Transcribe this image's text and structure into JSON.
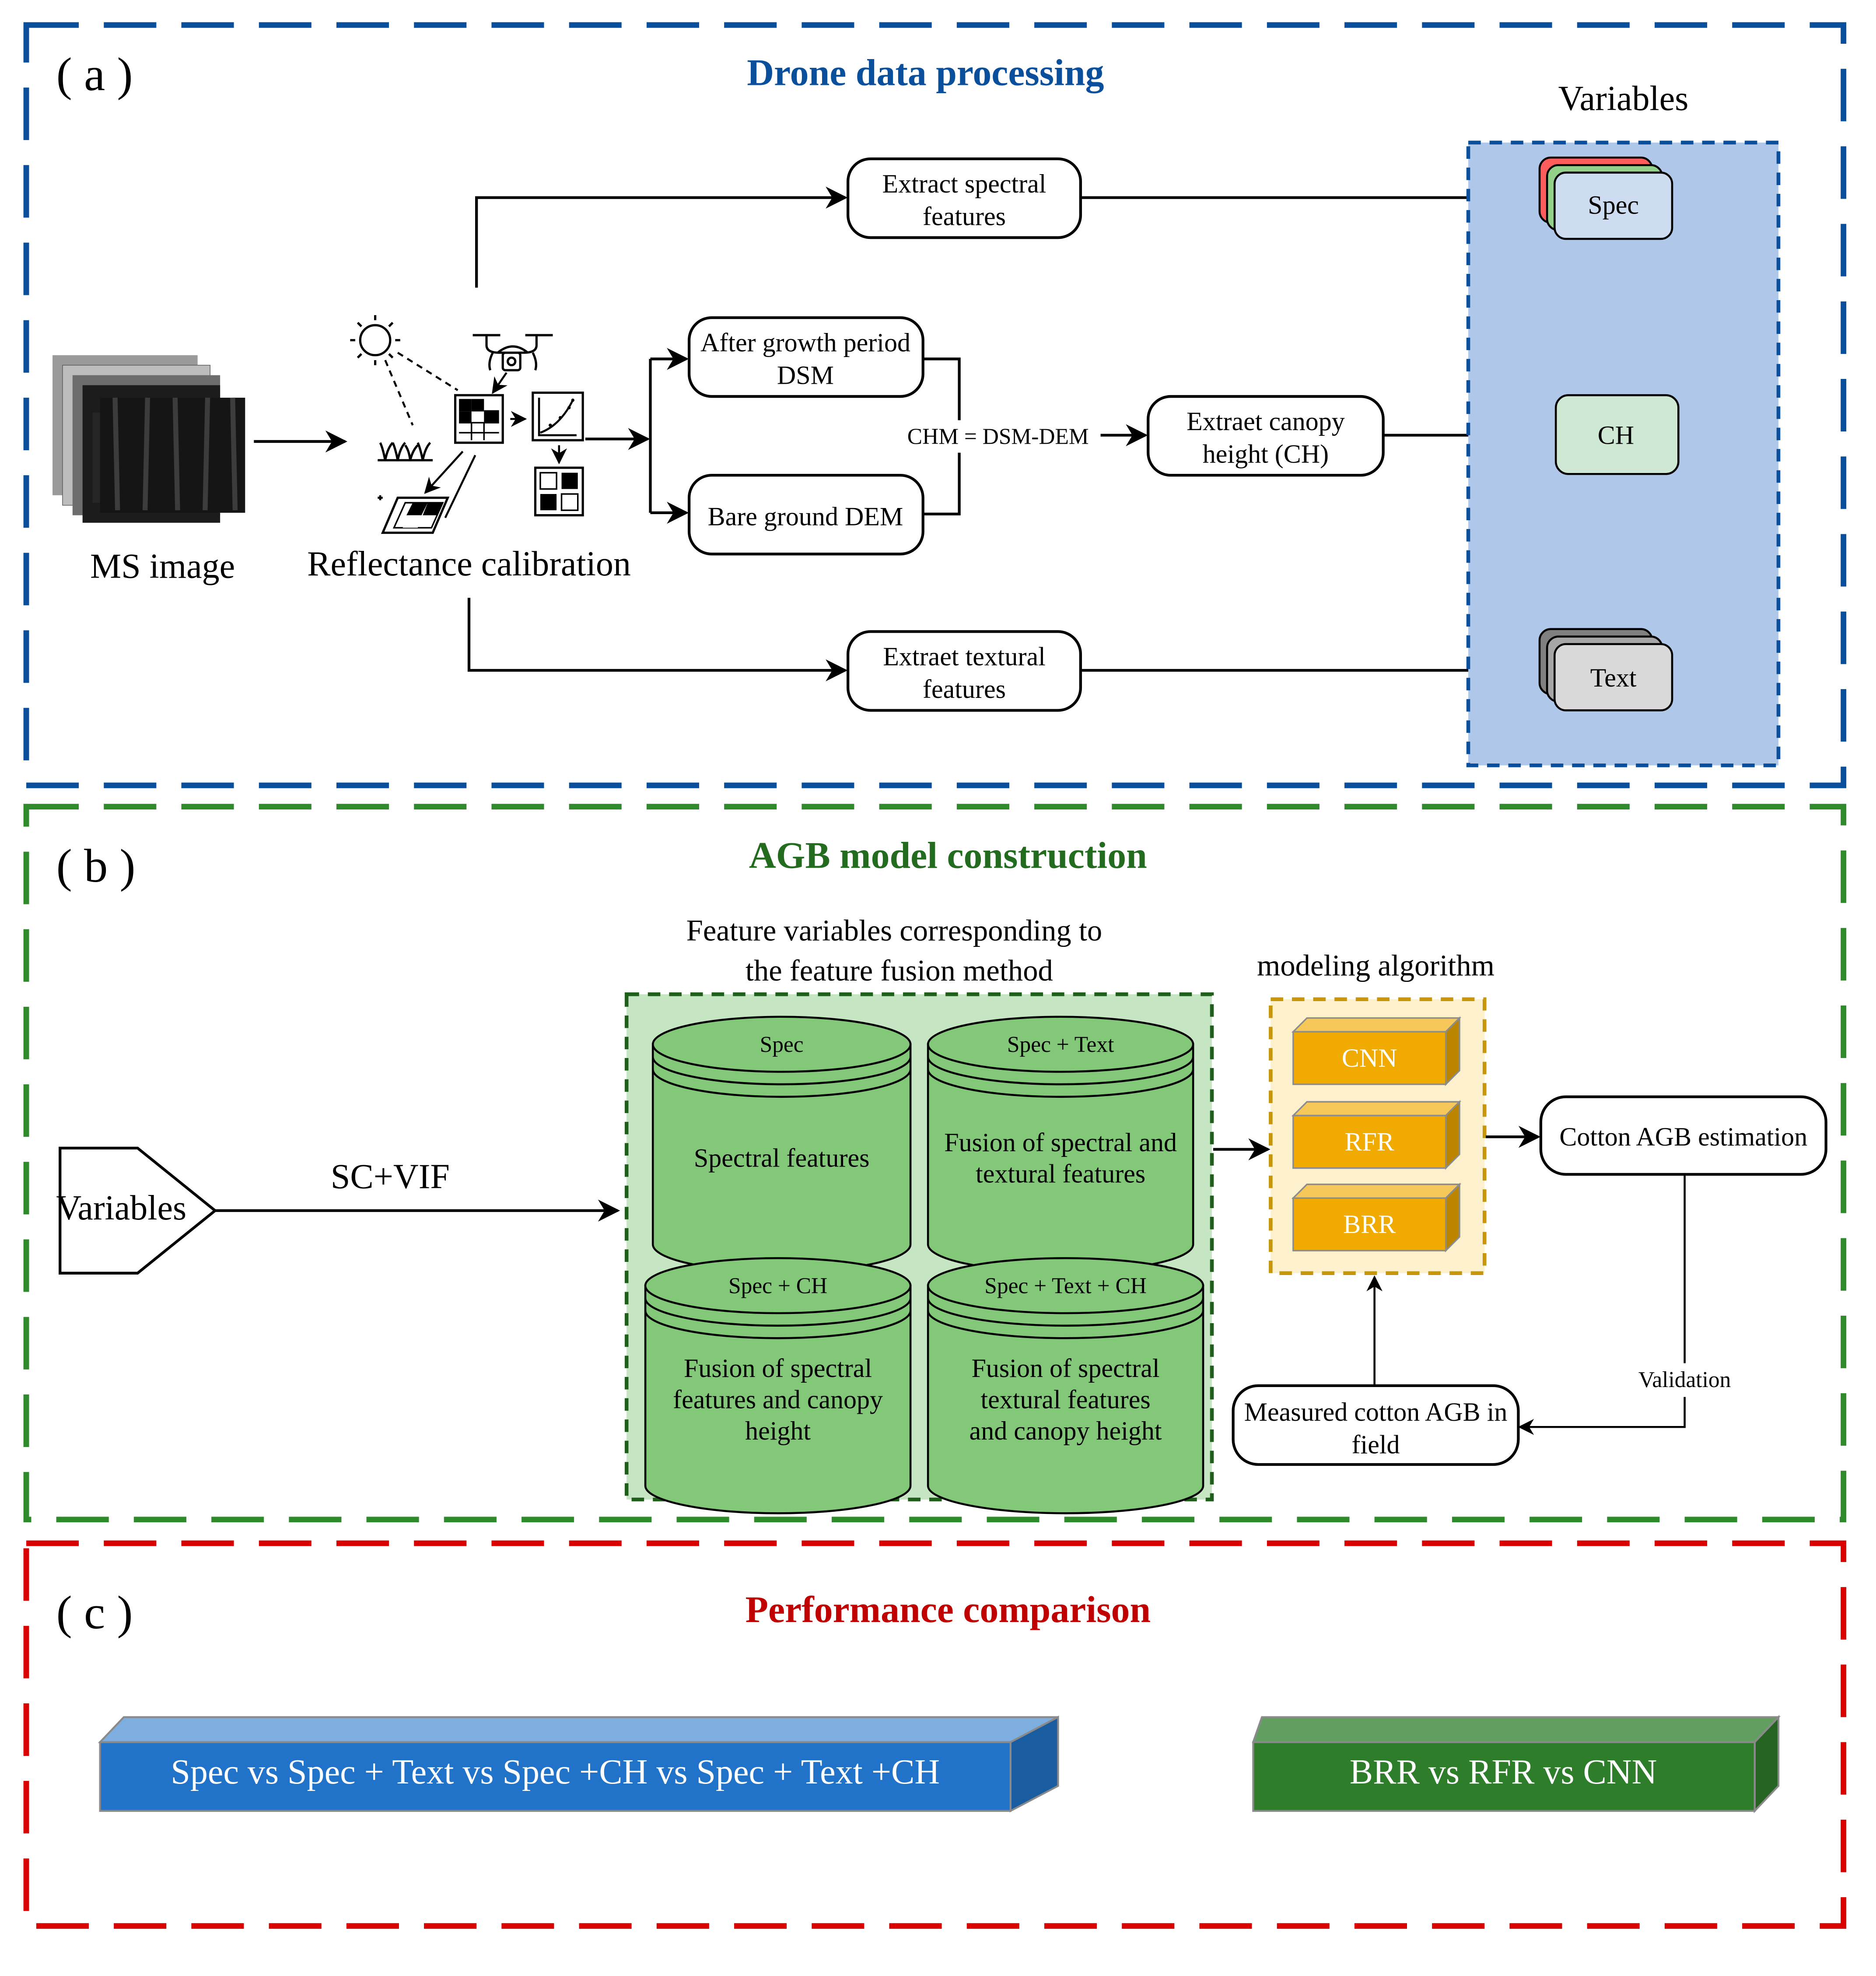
{
  "figure": {
    "panel_a": {
      "tag": "( a )",
      "title": "Drone data processing",
      "title_color": "#0a4f9c",
      "border_color": "#0a4f9c",
      "ms_image_label": "MS image",
      "calibration_label": "Reflectance calibration",
      "extract_spectral": [
        "Extract spectral",
        "features"
      ],
      "dsm_node": [
        "After growth period",
        "DSM"
      ],
      "dem_node": "Bare ground DEM",
      "chm_formula": "CHM = DSM-DEM",
      "extract_ch": [
        "Extraet canopy",
        "height (CH)"
      ],
      "extract_textural": [
        "Extraet textural",
        "features"
      ],
      "variables_title": "Variables",
      "variables_panel_fill": "#afc7e8",
      "variables": [
        {
          "label": "Spec",
          "fill": "#cddcf0",
          "stack_colors": [
            "#ff5c5c",
            "#93d18b"
          ]
        },
        {
          "label": "CH",
          "fill": "#cfe8d4"
        },
        {
          "label": "Text",
          "fill": "#d9d9d9",
          "stack_colors": [
            "#808080",
            "#a6a6a6"
          ]
        }
      ]
    },
    "panel_b": {
      "tag": "( b )",
      "title": "AGB model construction",
      "title_color": "#236b1f",
      "border_color": "#2e8a2a",
      "input_label": "Variables",
      "selection_label": "SC+VIF",
      "fusion_caption": [
        "Feature variables corresponding to",
        "the feature fusion method"
      ],
      "fusion_panel_fill": "#c6e6c3",
      "cylinder_fill": "#82c878",
      "cylinders": [
        {
          "header": "Spec",
          "body": [
            "Spectral features"
          ]
        },
        {
          "header": "Spec + Text",
          "body": [
            "Fusion of spectral and",
            "textural features"
          ]
        },
        {
          "header": "Spec + CH",
          "body": [
            "Fusion of spectral",
            "features and canopy",
            "height"
          ]
        },
        {
          "header": "Spec + Text + CH",
          "body": [
            "Fusion of spectral",
            "textural features",
            "and canopy height"
          ]
        }
      ],
      "algorithm_caption": "modeling algorithm",
      "algorithm_panel_fill": "#fdf0cc",
      "algorithm_fill": "#f0aa00",
      "algorithms": [
        "CNN",
        "RFR",
        "BRR"
      ],
      "estimation_label": "Cotton AGB estimation",
      "validation_label": "Validation",
      "measured_label": [
        "Measured cotton AGB in",
        "field"
      ]
    },
    "panel_c": {
      "tag": "( c )",
      "title": "Performance comparison",
      "title_color": "#c00000",
      "border_color": "#d90000",
      "feature_comparison": "Spec vs Spec + Text vs Spec +CH vs Spec + Text +CH",
      "feature_comparison_color": "#2073c8",
      "model_comparison": "BRR vs RFR vs CNN",
      "model_comparison_color": "#2e7d2a"
    }
  }
}
